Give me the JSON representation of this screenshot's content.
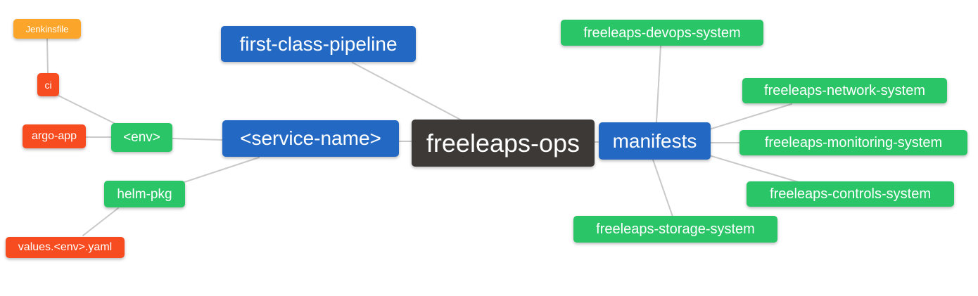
{
  "diagram": {
    "type": "mindmap",
    "root_label": "freeleaps-ops",
    "colors": {
      "root_bg": "#3d3936",
      "branch_bg": "#2368c3",
      "leaf_green_bg": "#29c566",
      "leaf_orange_bg": "#fba62b",
      "leaf_red_bg": "#f74c1f",
      "node_text": "#ffffff",
      "edge": "#c9c9c9",
      "background": "#ffffff"
    },
    "nodes": [
      {
        "id": "jenkinsfile",
        "label": "Jenkinsfile",
        "color": "leaf_orange_bg"
      },
      {
        "id": "ci",
        "label": "ci",
        "color": "leaf_red_bg"
      },
      {
        "id": "argo-app",
        "label": "argo-app",
        "color": "leaf_red_bg"
      },
      {
        "id": "env",
        "label": "<env>",
        "color": "leaf_green_bg"
      },
      {
        "id": "helm-pkg",
        "label": "helm-pkg",
        "color": "leaf_green_bg"
      },
      {
        "id": "values-env-yaml",
        "label": "values.<env>.yaml",
        "color": "leaf_red_bg"
      },
      {
        "id": "first-class-pipeline",
        "label": "first-class-pipeline",
        "color": "branch_bg"
      },
      {
        "id": "service-name",
        "label": "<service-name>",
        "color": "branch_bg"
      },
      {
        "id": "freeleaps-ops",
        "label": "freeleaps-ops",
        "color": "root_bg"
      },
      {
        "id": "manifests",
        "label": "manifests",
        "color": "branch_bg"
      },
      {
        "id": "freeleaps-devops-system",
        "label": "freeleaps-devops-system",
        "color": "leaf_green_bg"
      },
      {
        "id": "freeleaps-network-system",
        "label": "freeleaps-network-system",
        "color": "leaf_green_bg"
      },
      {
        "id": "freeleaps-monitoring-system",
        "label": "freeleaps-monitoring-system",
        "color": "leaf_green_bg"
      },
      {
        "id": "freeleaps-controls-system",
        "label": "freeleaps-controls-system",
        "color": "leaf_green_bg"
      },
      {
        "id": "freeleaps-storage-system",
        "label": "freeleaps-storage-system",
        "color": "leaf_green_bg"
      }
    ],
    "edges": [
      {
        "from": "jenkinsfile",
        "to": "ci"
      },
      {
        "from": "ci",
        "to": "env"
      },
      {
        "from": "argo-app",
        "to": "env"
      },
      {
        "from": "env",
        "to": "service-name"
      },
      {
        "from": "service-name",
        "to": "helm-pkg"
      },
      {
        "from": "helm-pkg",
        "to": "values-env-yaml"
      },
      {
        "from": "first-class-pipeline",
        "to": "freeleaps-ops"
      },
      {
        "from": "service-name",
        "to": "freeleaps-ops"
      },
      {
        "from": "freeleaps-ops",
        "to": "manifests"
      },
      {
        "from": "manifests",
        "to": "freeleaps-devops-system"
      },
      {
        "from": "manifests",
        "to": "freeleaps-network-system"
      },
      {
        "from": "manifests",
        "to": "freeleaps-monitoring-system"
      },
      {
        "from": "manifests",
        "to": "freeleaps-controls-system"
      },
      {
        "from": "manifests",
        "to": "freeleaps-storage-system"
      }
    ]
  }
}
